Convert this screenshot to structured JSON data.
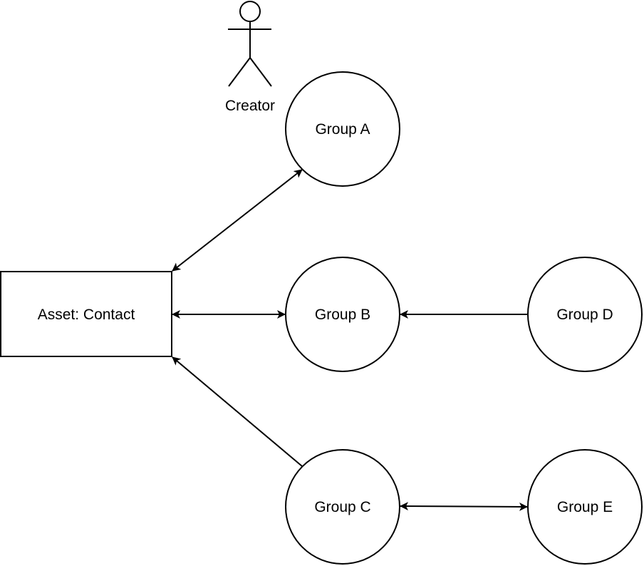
{
  "diagram": {
    "actor": {
      "label": "Creator",
      "icon": "stick-figure-actor-icon"
    },
    "asset": {
      "label": "Asset: Contact"
    },
    "groups": {
      "a": {
        "label": "Group A"
      },
      "b": {
        "label": "Group B"
      },
      "c": {
        "label": "Group C"
      },
      "d": {
        "label": "Group D"
      },
      "e": {
        "label": "Group E"
      }
    },
    "edges": [
      {
        "from": "Asset: Contact",
        "to": "Group A",
        "direction": "both"
      },
      {
        "from": "Asset: Contact",
        "to": "Group B",
        "direction": "both"
      },
      {
        "from": "Group C",
        "to": "Asset: Contact",
        "direction": "forward"
      },
      {
        "from": "Group D",
        "to": "Group B",
        "direction": "forward"
      },
      {
        "from": "Group C",
        "to": "Group E",
        "direction": "both"
      }
    ]
  }
}
